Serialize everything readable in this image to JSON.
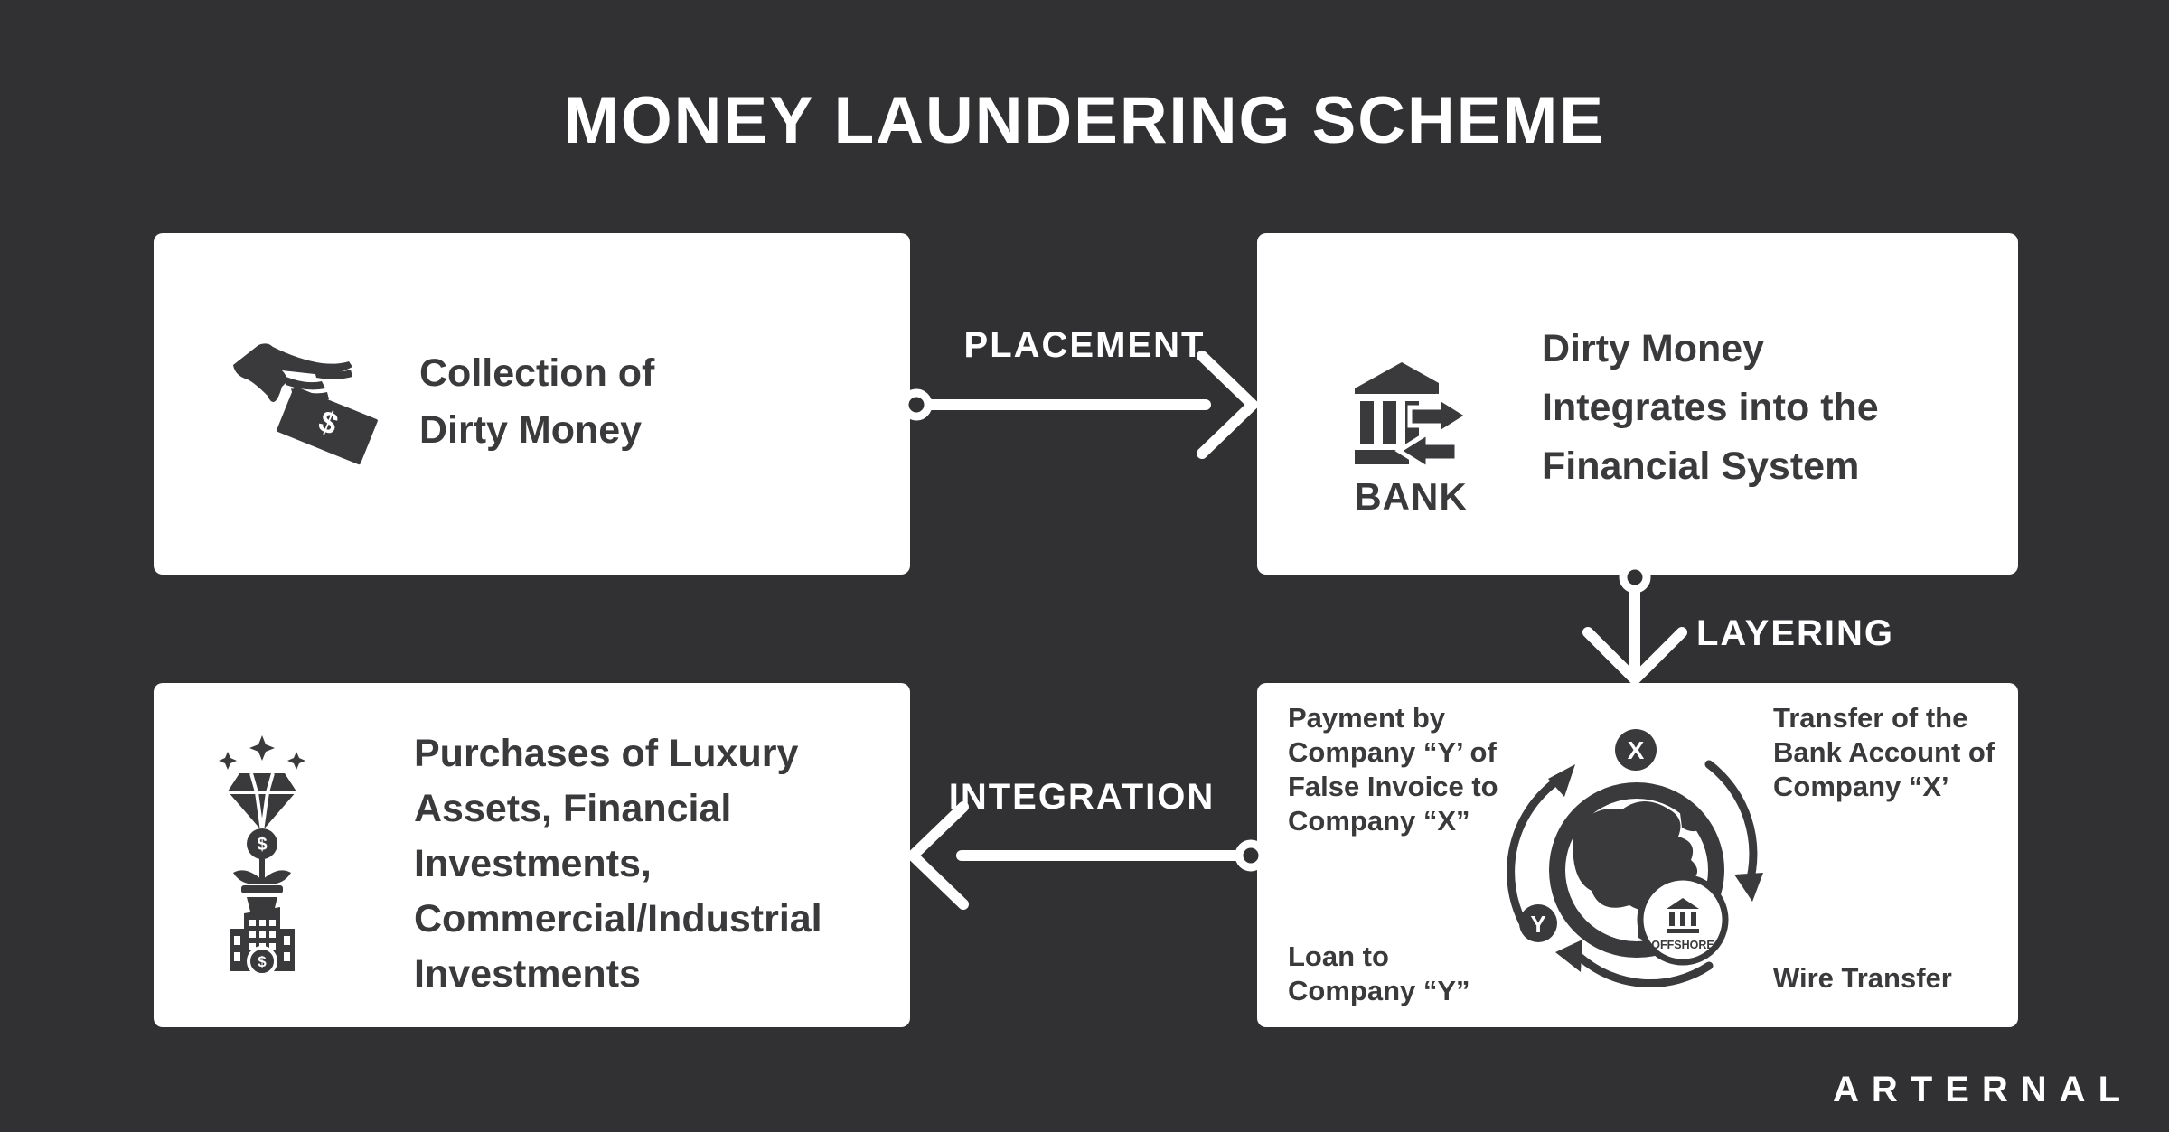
{
  "title": "MONEY LAUNDERING SCHEME",
  "brand": "ARTERNAL",
  "steps": {
    "placement": "PLACEMENT",
    "layering": "LAYERING",
    "integration": "INTEGRATION"
  },
  "collection_box": {
    "lines": [
      "Collection of",
      "Dirty Money"
    ]
  },
  "bank_box": {
    "icon_label": "BANK",
    "lines": [
      "Dirty Money",
      "Integrates into the",
      "Financial System"
    ]
  },
  "layering_box": {
    "top_left_lines": [
      "Payment by",
      "Company “Y’ of",
      "False Invoice to",
      "Company “X”"
    ],
    "bottom_left_lines": [
      "Loan to",
      "Company “Y”"
    ],
    "top_right_lines": [
      "Transfer of the",
      "Bank Account of",
      "Company “X’"
    ],
    "bottom_right_line": "Wire Transfer",
    "globe": {
      "x_label": "X",
      "y_label": "Y",
      "offshore_label": "OFFSHORE"
    }
  },
  "integration_box": {
    "lines": [
      "Purchases of Luxury",
      "Assets, Financial",
      "Investments,",
      "Commercial/Industrial",
      "Investments"
    ]
  },
  "colors": {
    "background": "#313133",
    "card": "#ffffff",
    "ink": "#3a3a3c",
    "arrow": "#ffffff"
  }
}
